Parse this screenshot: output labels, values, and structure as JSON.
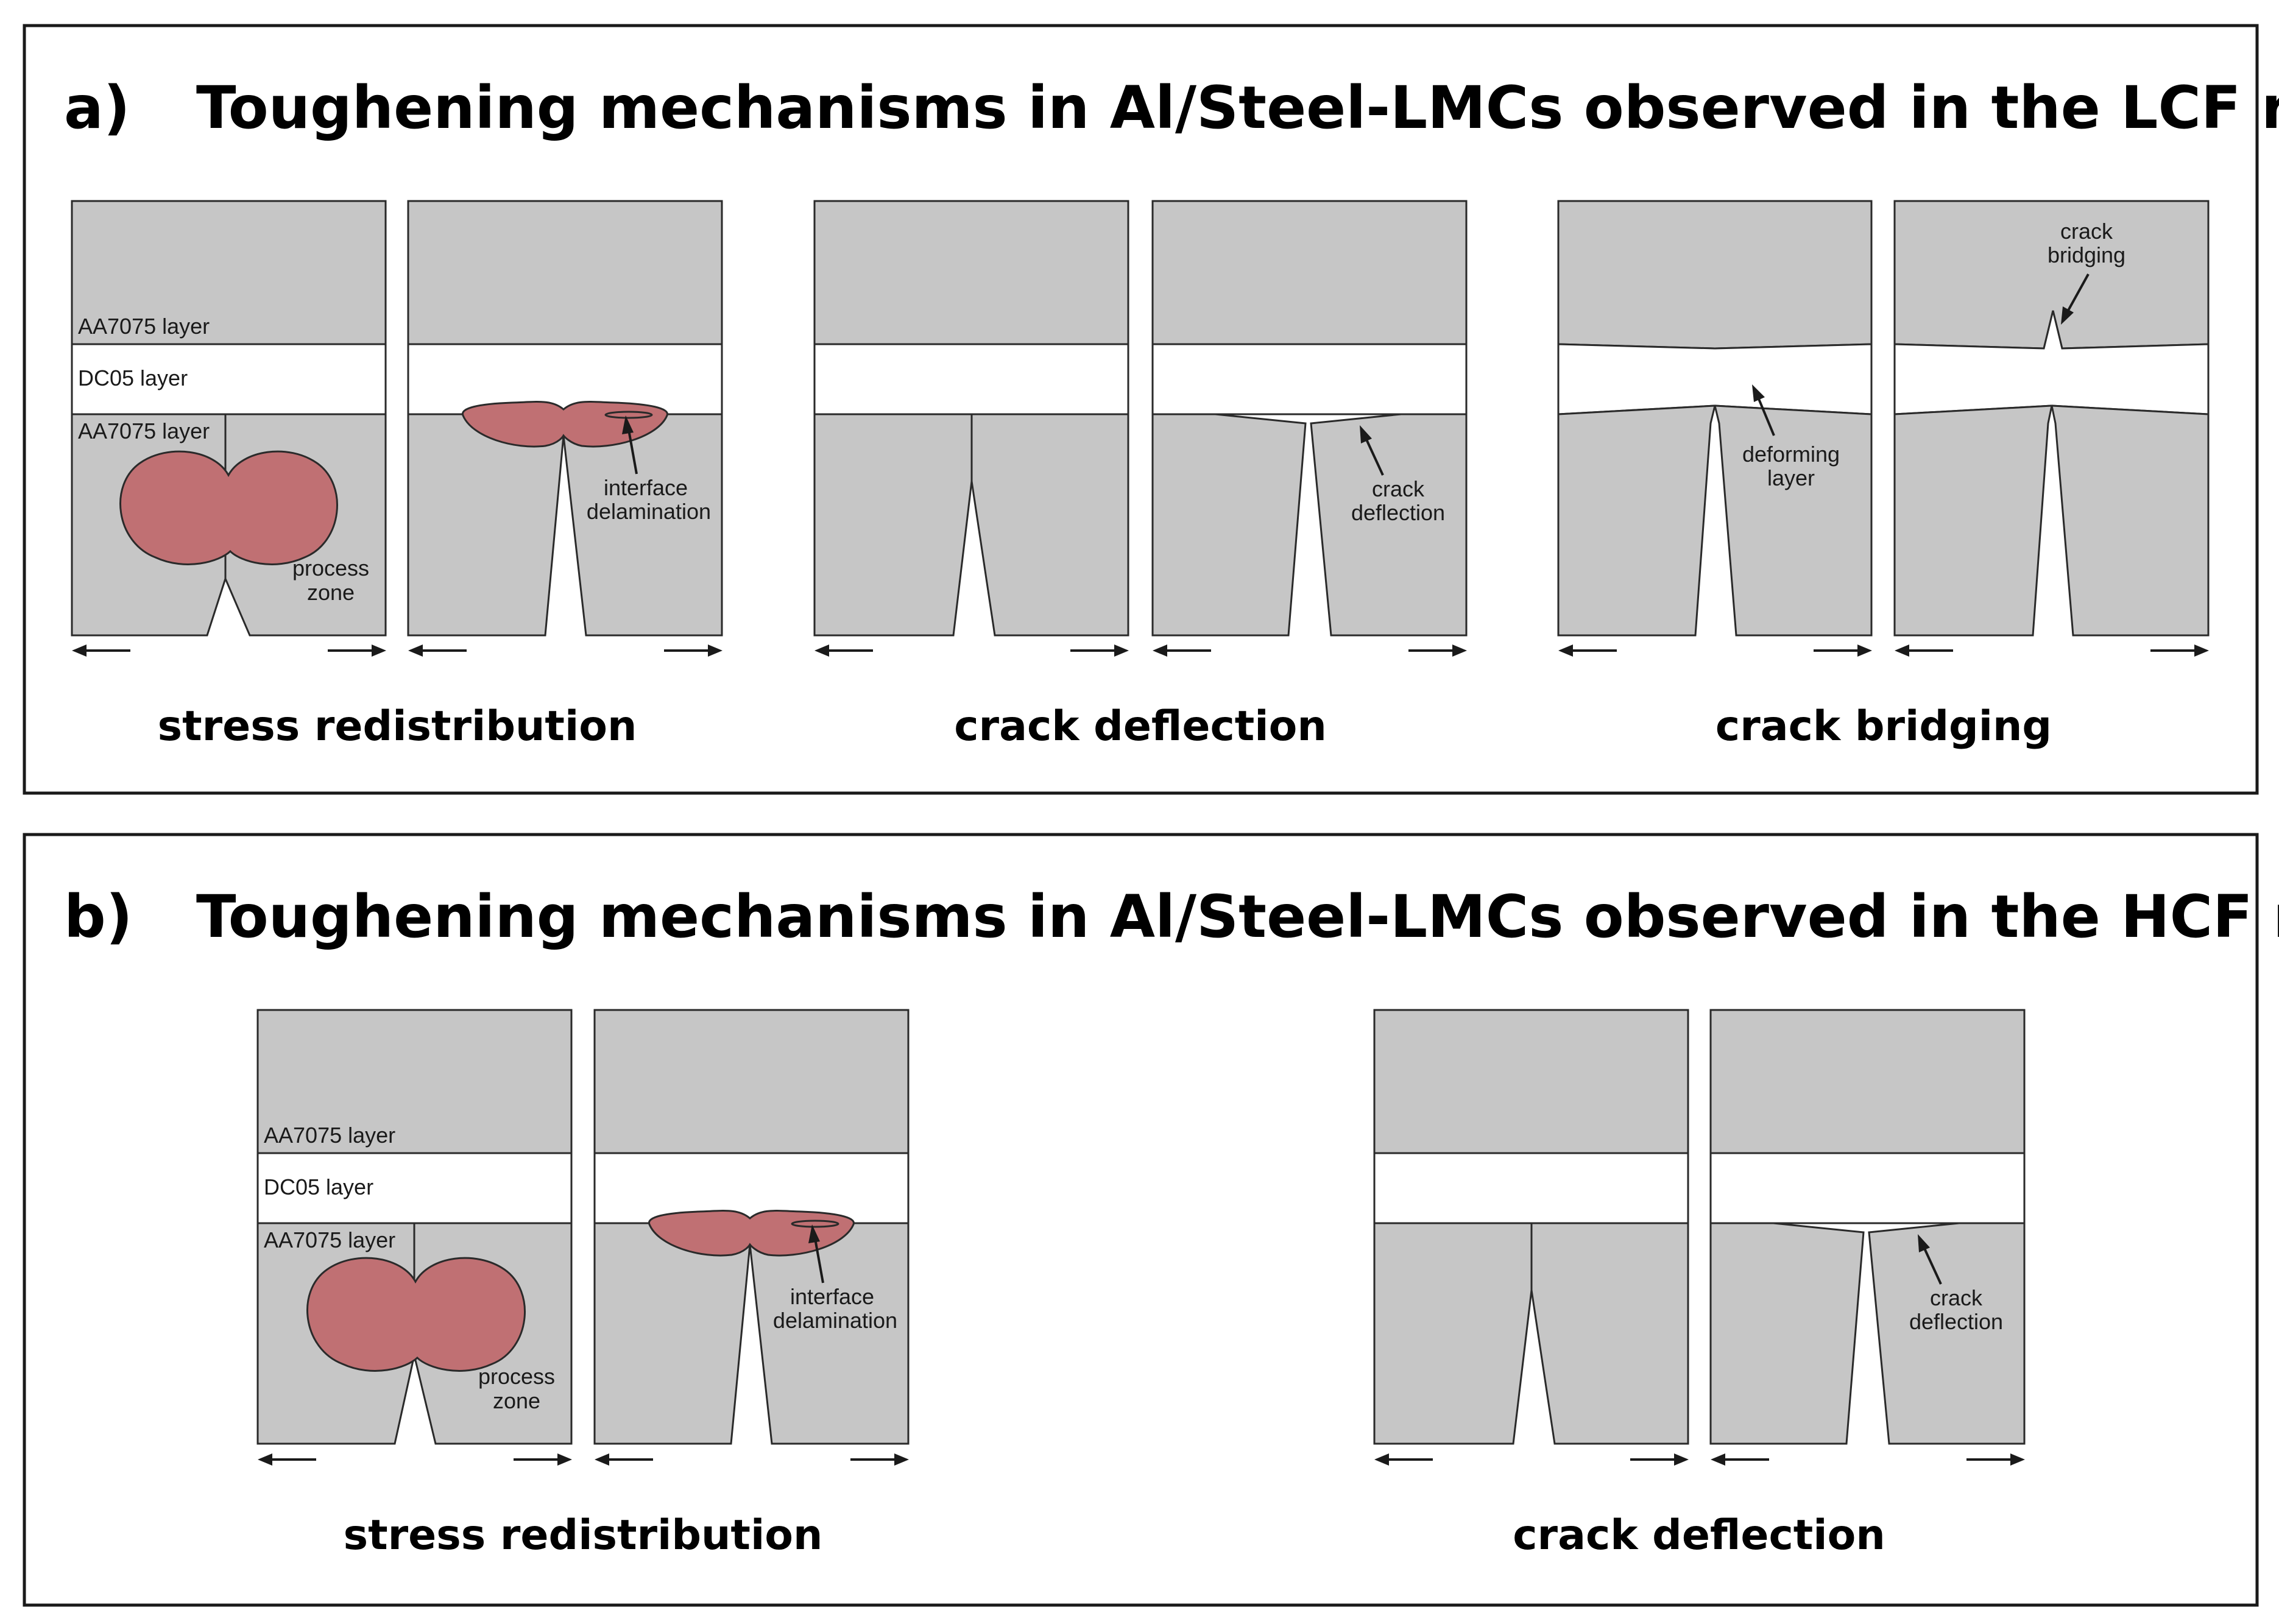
{
  "colors": {
    "aluminium_layer": "#c6c6c6",
    "steel_layer": "#ffffff",
    "process_zone": "#c07073",
    "outline": "#2a2a2a"
  },
  "panel_a": {
    "letter": "a)",
    "title": "Toughening mechanisms in Al/Steel-LMCs observed in the LCF regime:",
    "captions": {
      "stress": "stress redistribution",
      "deflection": "crack deflection",
      "bridging": "crack bridging"
    },
    "layer_labels": {
      "top": "AA7075 layer",
      "middle": "DC05 layer",
      "bottom": "AA7075 layer"
    },
    "annotations": {
      "process_zone": [
        "process",
        "zone"
      ],
      "interface_delamination": [
        "interface",
        "delamination"
      ],
      "crack_deflection": [
        "crack",
        "deflection"
      ],
      "deforming_layer": [
        "deforming",
        "layer"
      ],
      "crack_bridging": [
        "crack",
        "bridging"
      ]
    }
  },
  "panel_b": {
    "letter": "b)",
    "title": "Toughening mechanisms in Al/Steel-LMCs observed in the HCF regime:",
    "captions": {
      "stress": "stress redistribution",
      "deflection": "crack deflection"
    },
    "layer_labels": {
      "top": "AA7075 layer",
      "middle": "DC05 layer",
      "bottom": "AA7075 layer"
    },
    "annotations": {
      "process_zone": [
        "process",
        "zone"
      ],
      "interface_delamination": [
        "interface",
        "delamination"
      ],
      "crack_deflection": [
        "crack",
        "deflection"
      ]
    }
  }
}
